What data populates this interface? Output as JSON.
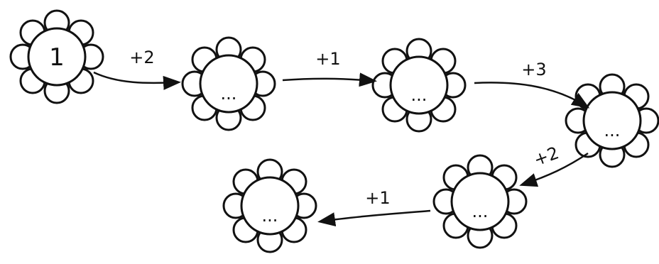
{
  "diagram": {
    "nodes": [
      {
        "label": "1"
      },
      {
        "label": "..."
      },
      {
        "label": "..."
      },
      {
        "label": "..."
      },
      {
        "label": "..."
      },
      {
        "label": "..."
      }
    ],
    "edges": [
      {
        "label": "+2"
      },
      {
        "label": "+1"
      },
      {
        "label": "+3"
      },
      {
        "label": "+2"
      },
      {
        "label": "+1"
      }
    ]
  }
}
